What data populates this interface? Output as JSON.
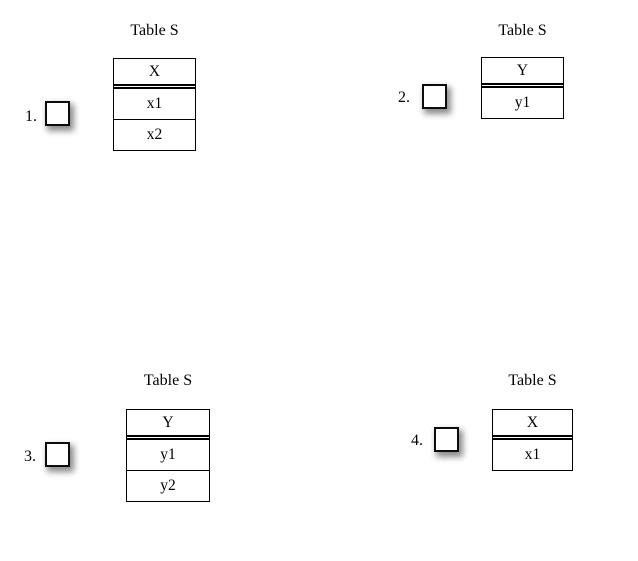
{
  "page": {
    "background_color": "#ffffff",
    "text_color": "#000000"
  },
  "options": [
    {
      "number": "1.",
      "checkbox_checked": false,
      "table_title": "Table S",
      "header": "X",
      "rows": [
        "x1",
        "x2"
      ]
    },
    {
      "number": "2.",
      "checkbox_checked": false,
      "table_title": "Table S",
      "header": "Y",
      "rows": [
        "y1"
      ]
    },
    {
      "number": "3.",
      "checkbox_checked": false,
      "table_title": "Table S",
      "header": "Y",
      "rows": [
        "y1",
        "y2"
      ]
    },
    {
      "number": "4.",
      "checkbox_checked": false,
      "table_title": "Table S",
      "header": "X",
      "rows": [
        "x1"
      ]
    }
  ]
}
